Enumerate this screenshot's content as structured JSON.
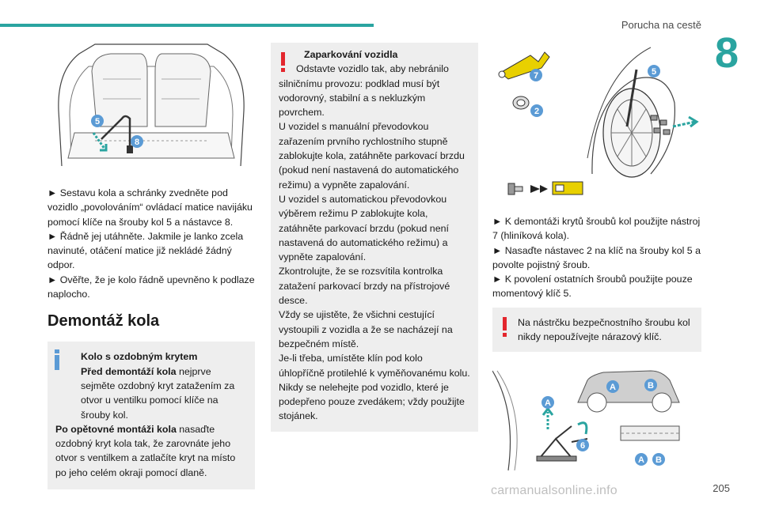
{
  "header": {
    "title": "Porucha na cestě",
    "chapter": "8",
    "page_number": "205"
  },
  "watermark": "carmanualsonline.info",
  "col1": {
    "figure_labels": [
      "5",
      "8"
    ],
    "steps": [
      "► Sestavu kola a schránky zvedněte pod vozidlo „povolováním“ ovládací matice navijáku pomocí klíče na šrouby kol 5 a nástavce 8.",
      "► Řádně jej utáhněte. Jakmile je lanko zcela navinuté, otáčení matice již nekládé žádný odpor.",
      "► Ověřte, že je kolo řádně upevněno k podlaze naplocho."
    ],
    "heading": "Demontáž kola",
    "info": {
      "title": "Kolo s ozdobným krytem",
      "bold1": "Před demontáží kola",
      "text1": " nejprve sejměte ozdobný kryt zatažením za otvor u ventilku pomocí klíče na šrouby kol.",
      "bold2": "Po opětovné montáži kola",
      "text2": " nasaďte ozdobný kryt kola tak, že zarovnáte jeho otvor s ventilkem a zatlačíte kryt na místo po jeho celém okraji pomocí dlaně."
    }
  },
  "col2": {
    "title": "Zaparkování vozidla",
    "lines": [
      "Odstavte vozidlo tak, aby nebránilo silničnímu provozu: podklad musí být vodorovný, stabilní a s nekluzkým povrchem.",
      "U vozidel s manuální převodovkou zařazením prvního rychlostního stupně zablokujte kola, zatáhněte parkovací brzdu (pokud není nastavená do automatického režimu) a vypněte zapalování.",
      "U vozidel s automatickou převodovkou výběrem režimu P zablokujte kola, zatáhněte parkovací brzdu (pokud není nastavená do automatického režimu) a vypněte zapalování.",
      "Zkontrolujte, že se rozsvítila kontrolka zatažení parkovací brzdy na přístrojové desce.",
      "Vždy se ujistěte, že všichni cestující vystoupili z vozidla a že se nacházejí na bezpečném místě.",
      "Je-li třeba, umístěte klín pod kolo úhlopříčně protilehlé k vyměňovanému kolu.",
      "Nikdy se nelehejte pod vozidlo, které je podepřeno pouze zvedákem; vždy použijte stojánek."
    ]
  },
  "col3": {
    "figure1_labels": [
      "7",
      "5",
      "2"
    ],
    "steps": [
      "► K demontáži krytů šroubů kol použijte nástroj 7 (hliníková kola).",
      "► Nasaďte nástavec 2 na klíč na šrouby kol 5 a povolte pojistný šroub.",
      "► K povolení ostatních šroubů použijte pouze momentový klíč 5."
    ],
    "warning": "Na nástrčku bezpečnostního šroubu kol nikdy nepoužívejte nárazový klíč.",
    "figure2_labels": [
      "A",
      "B",
      "A",
      "6",
      "A",
      "B"
    ]
  },
  "colors": {
    "accent": "#2aa4a0",
    "label_circle": "#5b9bd5",
    "warning": "#e3262d",
    "box_bg": "#eeeeee"
  }
}
